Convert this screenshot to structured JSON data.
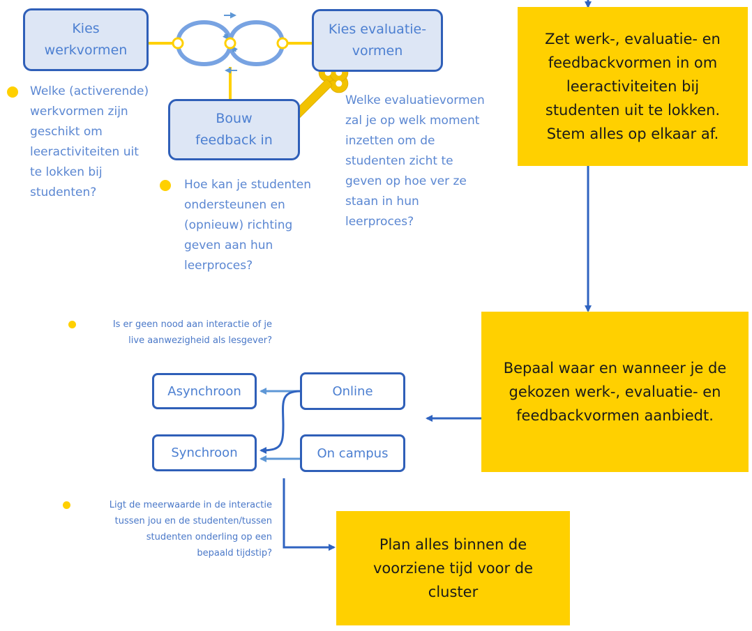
{
  "boxes": {
    "kies_werkvormen": "Kies\nwerkvormen",
    "kies_evaluatievormen": "Kies evaluatie-\nvormen",
    "bouw_feedback": "Bouw\nfeedback in"
  },
  "yellow": {
    "zet": "Zet werk-, evaluatie- en\nfeedbackvormen in om\nleeractiviteiten bij\nstudenten uit te lokken.\nStem alles op elkaar af.",
    "bepaal": "Bepaal waar en wanneer je de\ngekozen werk-, evaluatie- en\nfeedbackvormen aanbiedt.",
    "plan": "Plan alles binnen de\nvoorziene tijd voor de\ncluster"
  },
  "questions": {
    "werkvormen": "Welke (activerende)\nwerkvormen zijn\ngeschikt om\nleeractiviteiten uit\nte lokken bij\nstudenten?",
    "feedback": "Hoe kan je studenten\nondersteunen en\n(opnieuw) richting\ngeven aan hun\nleerproces?",
    "evaluatie": "Welke evaluatievormen\nzal je op welk moment\ninzetten om de\nstudenten zicht te\ngeven op hoe ver ze\nstaan in hun\nleerproces?",
    "interactie": "Is er geen nood aan interactie of je\nlive aanwezigheid als lesgever?",
    "meerwaarde": "Ligt de meerwaarde in de interactie\ntussen jou en de studenten/tussen\nstudenten onderling op een\nbepaald tijdstip?"
  },
  "modes": {
    "asynchroon": "Asynchroon",
    "online": "Online",
    "synchroon": "Synchroon",
    "on_campus": "On campus"
  },
  "colors": {
    "accent_yellow": "#ffd000",
    "box_fill": "#dde6f5",
    "box_border": "#2f5fb8",
    "text_blue": "#4c7fd1",
    "arrow_blue": "#3a6fc6",
    "light_arrow": "#5e97d6"
  },
  "icons": [
    "key-icon",
    "infinity-loop-icon"
  ]
}
